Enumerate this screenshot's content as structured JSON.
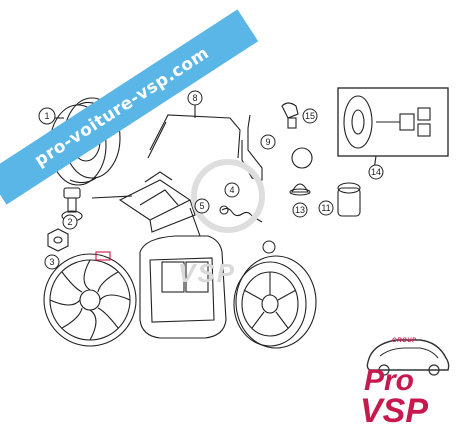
{
  "diagram": {
    "callouts": [
      "1",
      "2",
      "3",
      "4",
      "5",
      "8",
      "9",
      "11",
      "13",
      "14",
      "15"
    ]
  },
  "branding": {
    "ribbon_text": "pro-voiture-vsp.com",
    "watermark_text": "VSP",
    "logo_group": "GROUP",
    "logo_line1": "Pro",
    "logo_line2": "VSP",
    "accent_color": "#c8194f",
    "ribbon_color": "#5ab6e6"
  }
}
